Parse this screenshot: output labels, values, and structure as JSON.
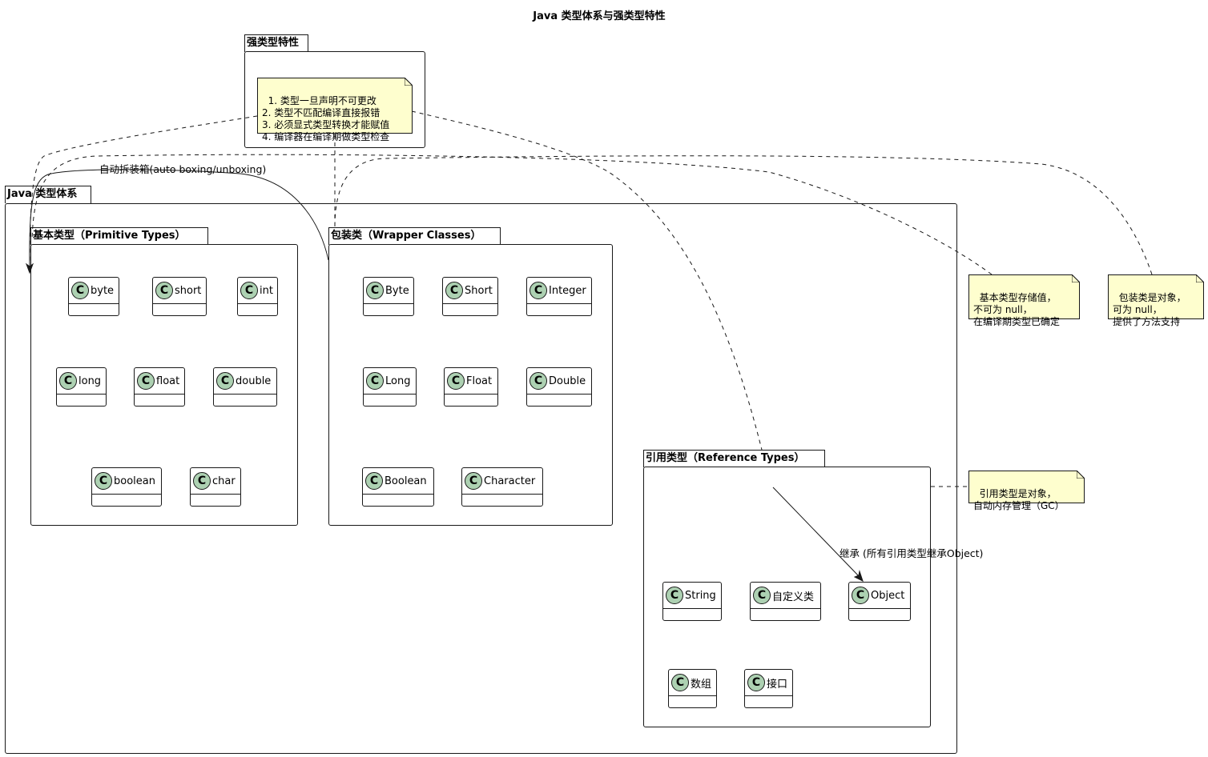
{
  "title": "Java 类型体系与强类型特性",
  "packages": {
    "strong": {
      "label": "强类型特性"
    },
    "java": {
      "label": "Java 类型体系"
    },
    "primitive": {
      "label": "基本类型（Primitive Types）"
    },
    "wrapper": {
      "label": "包装类（Wrapper Classes）"
    },
    "reference": {
      "label": "引用类型（Reference Types）"
    }
  },
  "class_icon_glyph": "C",
  "classes": {
    "byte": "byte",
    "short": "short",
    "int": "int",
    "long": "long",
    "float": "float",
    "double": "double",
    "boolean": "boolean",
    "char": "char",
    "Byte": "Byte",
    "Short": "Short",
    "Integer": "Integer",
    "Long": "Long",
    "Float": "Float",
    "Double": "Double",
    "Boolean": "Boolean",
    "Character": "Character",
    "String": "String",
    "custom": "自定义类",
    "Object": "Object",
    "array": "数组",
    "interface": "接口"
  },
  "notes": {
    "strong": "1. 类型一旦声明不可更改\n2. 类型不匹配编译直接报错\n3. 必须显式类型转换才能赋值\n4. 编译器在编译期做类型检查",
    "primitive": "基本类型存储值，\n不可为 null，\n在编译期类型已确定",
    "wrapper": "包装类是对象，\n可为 null，\n提供了方法支持",
    "reference": "引用类型是对象，\n自动内存管理（GC）"
  },
  "edges": {
    "boxing": "自动拆装箱(auto boxing/unboxing)",
    "inherit": "继承 (所有引用类型继承Object)"
  },
  "colors": {
    "note_fill": "#FEFECE",
    "class_icon_fill": "#ADD1B2",
    "border": "#181818"
  }
}
